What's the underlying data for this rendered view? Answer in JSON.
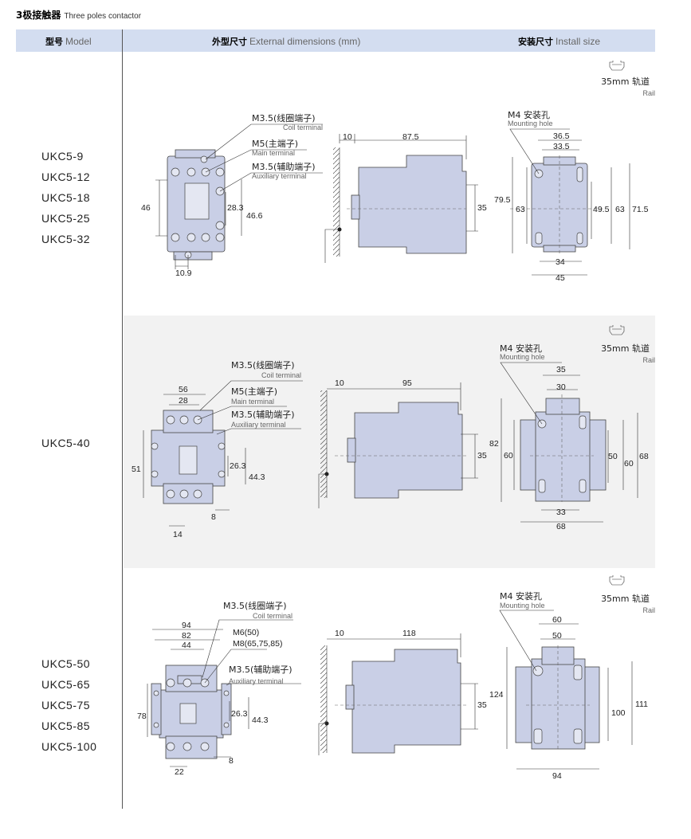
{
  "title": {
    "cn": "3极接触器",
    "en": "Three poles contactor"
  },
  "header": {
    "model_cn": "型号",
    "model_en": "Model",
    "ext_cn": "外型尺寸",
    "ext_en": "External dimensions (mm)",
    "inst_cn": "安装尺寸",
    "inst_en": "Install size"
  },
  "colors": {
    "header_bg": "#d3ddf0",
    "drawing_fill": "#c9cfe6",
    "alt_row_bg": "#f2f2f2"
  },
  "rail": {
    "cn": "35mm 轨道",
    "en": "Rail",
    "icon": "din-rail-icon"
  },
  "labels": {
    "coil_cn": "M3.5(线圈端子)",
    "coil_en": "Coil terminal",
    "main_cn": "M5(主端子)",
    "main_en": "Main terminal",
    "aux_cn": "M3.5(辅助端子)",
    "aux_en": "Auxiliary terminal",
    "mount_cn": "M4 安装孔",
    "mount_en": "Mounting hole",
    "m6": "M6(50)",
    "m8": "M8(65,75,85)"
  },
  "rows": [
    {
      "models": [
        "UKC5-9",
        "UKC5-12",
        "UKC5-18",
        "UKC5-25",
        "UKC5-32"
      ],
      "front": {
        "h": "46",
        "aux_h": "28.3",
        "main_h": "46.6",
        "pitch": "10.9"
      },
      "side": {
        "gap": "10",
        "depth": "87.5",
        "rail": "35"
      },
      "mount": {
        "w1": "36.5",
        "w2": "33.5",
        "h_total": "79.5",
        "h_hole": "63",
        "h1": "49.5",
        "h2": "63",
        "h3": "71.5",
        "b1": "34",
        "b2": "45"
      }
    },
    {
      "models": [
        "UKC5-40"
      ],
      "front": {
        "w1": "56",
        "w2": "28",
        "h": "51",
        "aux_h": "26.3",
        "main_h": "44.3",
        "side": "8",
        "pitch": "14"
      },
      "side": {
        "gap": "10",
        "depth": "95",
        "rail": "35"
      },
      "mount": {
        "w1": "35",
        "w2": "30",
        "h_total": "82",
        "h_hole": "60",
        "h1": "50",
        "h2": "60",
        "h3": "68",
        "b1": "33",
        "b2": "68"
      }
    },
    {
      "models": [
        "UKC5-50",
        "UKC5-65",
        "UKC5-75",
        "UKC5-85",
        "UKC5-100"
      ],
      "front": {
        "w1": "94",
        "w2": "82",
        "w3": "44",
        "h": "78",
        "aux_h": "26.3",
        "main_h": "44.3",
        "side": "8",
        "pitch": "22"
      },
      "side": {
        "gap": "10",
        "depth": "118",
        "rail": "35"
      },
      "mount": {
        "w1": "60",
        "w2": "50",
        "h_total": "124",
        "h1": "100",
        "h2": "111",
        "b2": "94"
      }
    }
  ]
}
